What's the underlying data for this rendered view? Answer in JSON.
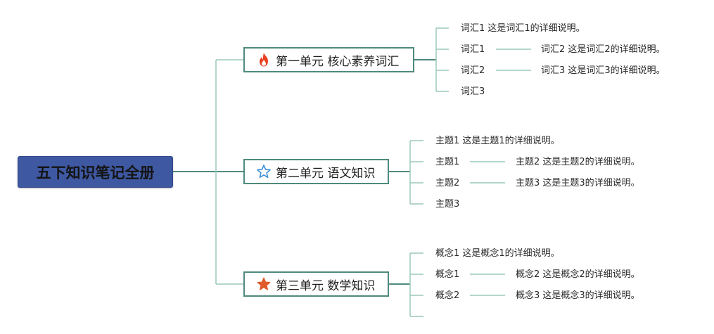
{
  "root": {
    "title": "五下知识笔记全册"
  },
  "branches": [
    {
      "label": "第一单元 核心素养词汇",
      "icon": "fire-icon",
      "icon_color": "#e8401f",
      "leaves": [
        "词汇1 这是词汇1的详细说明。",
        "词汇1",
        "词汇2",
        "词汇3"
      ],
      "sub_leaves": [
        "词汇2 这是词汇2的详细说明。",
        "词汇3 这是词汇3的详细说明。"
      ]
    },
    {
      "label": "第二单元 语文知识",
      "icon": "star-outline-icon",
      "icon_color": "#3a8fd8",
      "leaves": [
        "主题1 这是主题1的详细说明。",
        "主题1",
        "主题2",
        "主题3"
      ],
      "sub_leaves": [
        "主题2 这是主题2的详细说明。",
        "主题3 这是主题3的详细说明。"
      ]
    },
    {
      "label": "第三单元 数学知识",
      "icon": "star-filled-icon",
      "icon_color": "#e05a2a",
      "leaves": [
        "概念1 这是概念1的详细说明。",
        "概念1",
        "概念2",
        ""
      ],
      "sub_leaves": [
        "概念2 这是概念2的详细说明。",
        "概念3 这是概念3的详细说明。"
      ]
    }
  ],
  "colors": {
    "root_fill": "#3e58a2",
    "branch_border": "#4e8a7d",
    "connector": "#9cc9bb"
  }
}
